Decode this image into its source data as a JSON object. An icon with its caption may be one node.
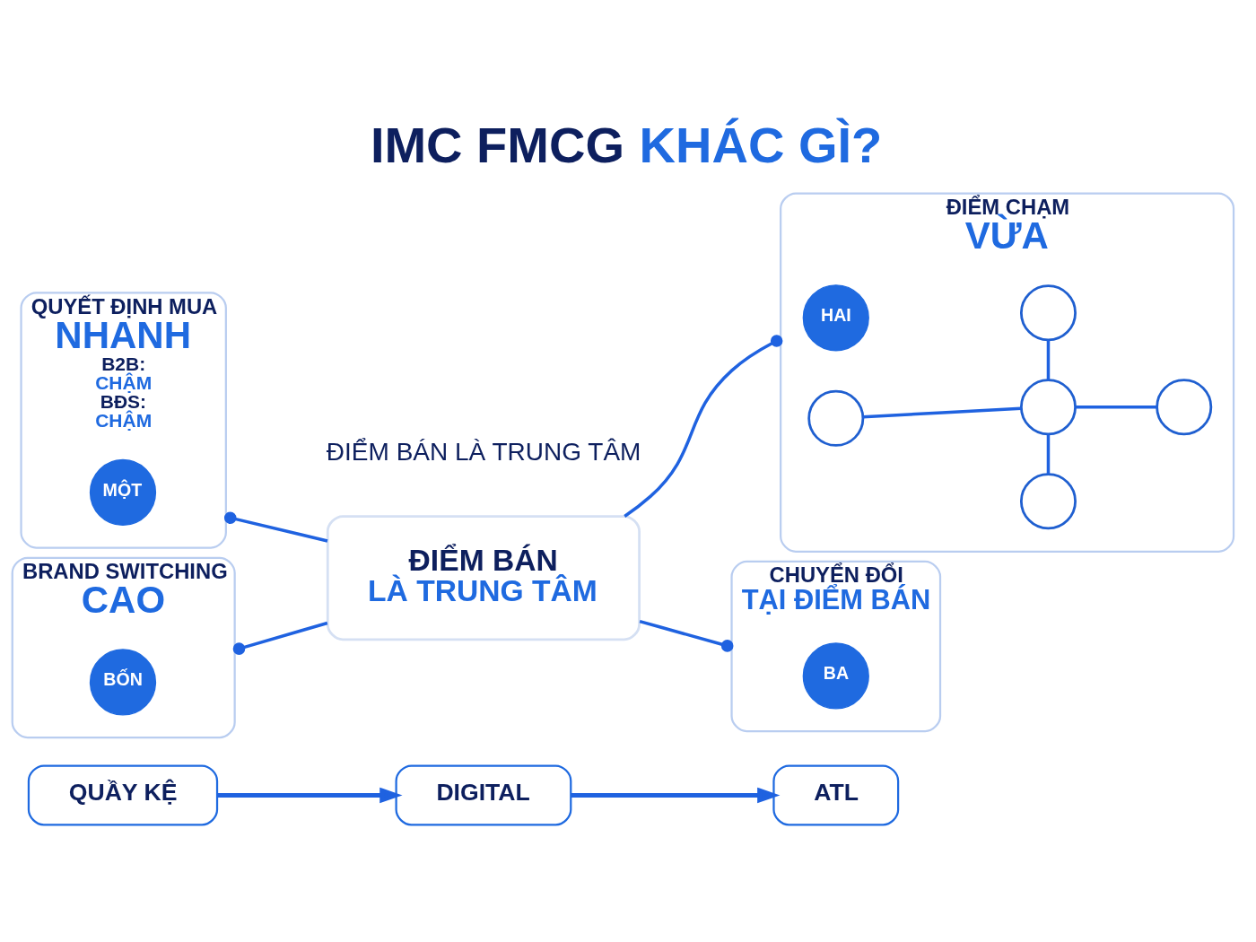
{
  "diagram": {
    "title": "IMC FMCG KHÁC GÌ?",
    "nodes": [
      {
        "text": [
          "QUYẾT ĐỊNH MUA",
          "NHANH",
          "B2B:",
          "CHẬM",
          "BĐS:",
          "CHẬM"
        ]
      },
      {
        "text": [
          "MỘT"
        ],
        "in": 0
      },
      {
        "text": [
          "ĐIỂM CHẠM",
          "VỪA"
        ]
      },
      {
        "text": [
          "HAI"
        ],
        "in": 2
      },
      {
        "text": [],
        "shape": "circle",
        "in": 2
      },
      {
        "text": [],
        "shape": "circle",
        "in": 2
      },
      {
        "text": [],
        "shape": "circle",
        "in": 2
      },
      {
        "text": [],
        "shape": "circle",
        "in": 2
      },
      {
        "text": [],
        "shape": "circle",
        "in": 2
      },
      {
        "text": [
          "ĐIỂM BÁN",
          "LÀ TRUNG TÂM"
        ]
      },
      {
        "text": [
          "BRAND SWITCHING",
          "CAO"
        ]
      },
      {
        "text": [
          "BỐN"
        ],
        "in": 10
      },
      {
        "text": [
          "CHUYỂN ĐỔI",
          "TẠI ĐIỂM BÁN"
        ]
      },
      {
        "text": [
          "BA"
        ],
        "in": 12
      },
      {
        "text": [
          "QUẦY KỆ"
        ]
      },
      {
        "text": [
          "DIGITAL"
        ]
      },
      {
        "text": [
          "ATL"
        ]
      }
    ],
    "edges": [
      {
        "from": 0,
        "to": 9,
        "arrow": "other"
      },
      {
        "from": 9,
        "to": 2,
        "arrow": "other"
      },
      {
        "from": 4,
        "to": 6,
        "arrow": "none"
      },
      {
        "from": 5,
        "to": 6,
        "arrow": "none"
      },
      {
        "from": 6,
        "to": 7,
        "arrow": "none"
      },
      {
        "from": 6,
        "to": 8,
        "arrow": "none"
      },
      {
        "from": 10,
        "to": 9,
        "arrow": "other"
      },
      {
        "from": 9,
        "to": 12,
        "arrow": "other"
      },
      {
        "from": 14,
        "to": 15,
        "arrow": "to"
      },
      {
        "from": 15,
        "to": 16,
        "arrow": "to"
      }
    ],
    "labels": [
      "ĐIỂM BÁN LÀ TRUNG TÂM"
    ]
  }
}
